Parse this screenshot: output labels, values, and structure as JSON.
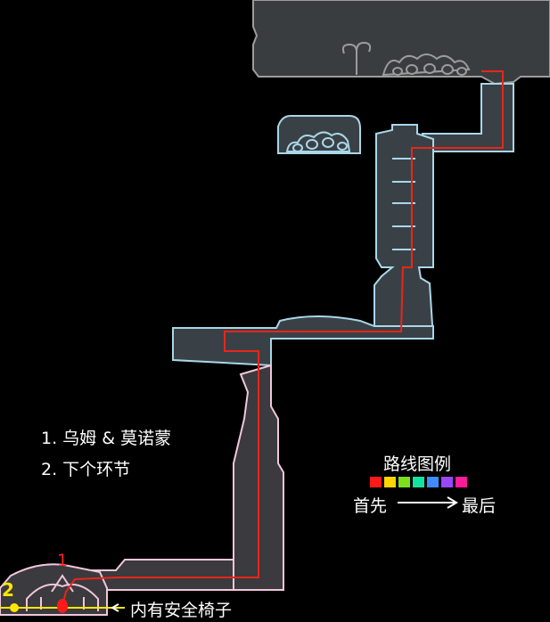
{
  "notes": [
    "1. 乌姆 & 莫诺蒙",
    "2. 下个环节"
  ],
  "legend": {
    "title": "路线图例",
    "colors": [
      "#ff1a1a",
      "#ffd400",
      "#7be01a",
      "#12e3a2",
      "#3f8bff",
      "#9a46ff",
      "#ff1a9a"
    ],
    "start_label": "首先",
    "end_label": "最后",
    "arrow_icon": "long-right-arrow-icon"
  },
  "markers": {
    "first": "1",
    "second": "2"
  },
  "bench_label": "内有安全椅子",
  "bench_pointer_icon": "left-chevron-icon",
  "route_colors": {
    "primary_route": "#e8261a",
    "next_route": "#ffe600"
  },
  "room_colors": {
    "top_area": "#9c9c9c",
    "blue_area": "#a9d7e8",
    "pink_area": "#f2c6dd"
  }
}
